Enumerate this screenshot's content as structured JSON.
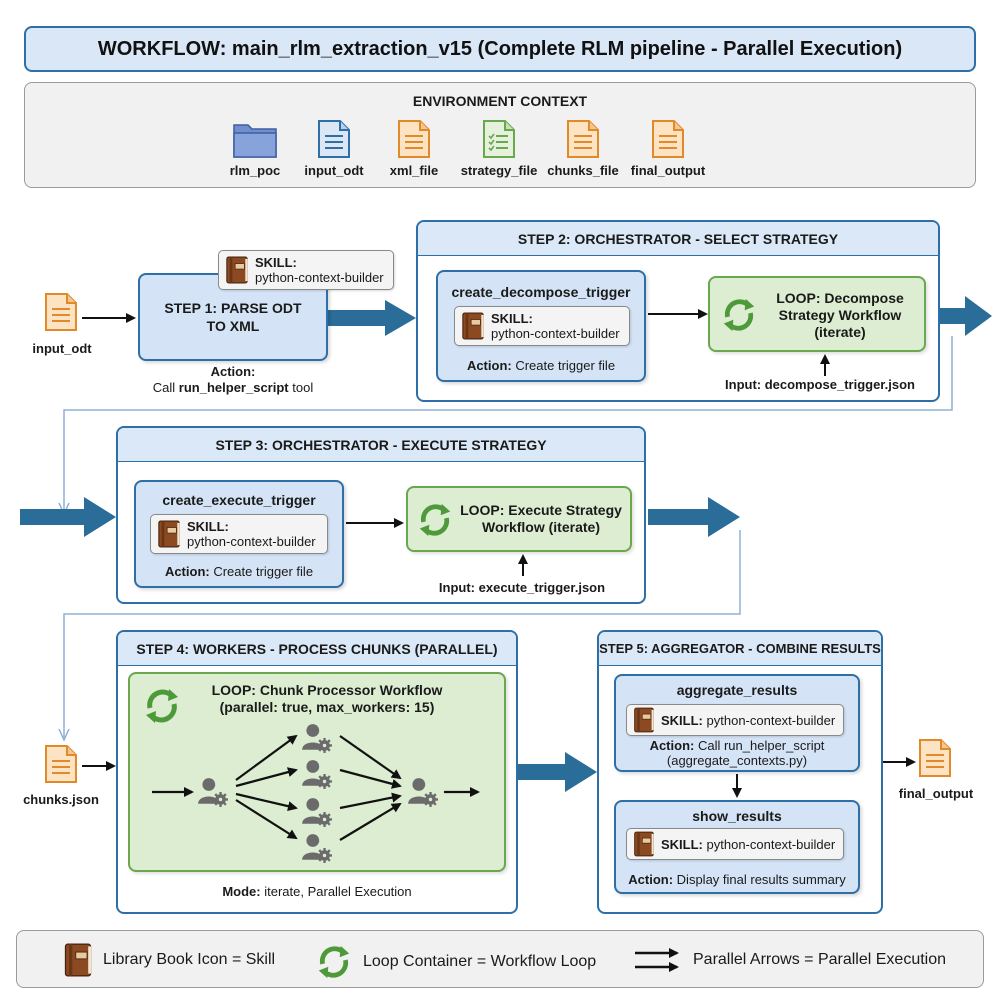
{
  "title": "WORKFLOW: main_rlm_extraction_v15 (Complete RLM pipeline - Parallel Execution)",
  "environment": {
    "title": "ENVIRONMENT CONTEXT",
    "items": [
      {
        "label": "rlm_poc",
        "icon": "folder-icon"
      },
      {
        "label": "input_odt",
        "icon": "document-blue-icon"
      },
      {
        "label": "xml_file",
        "icon": "document-orange-icon"
      },
      {
        "label": "strategy_file",
        "icon": "checklist-document-icon"
      },
      {
        "label": "chunks_file",
        "icon": "document-orange-icon"
      },
      {
        "label": "final_output",
        "icon": "document-orange-icon"
      }
    ]
  },
  "skill_label": "SKILL:",
  "skill_name": "python-context-builder",
  "action_label": "Action:",
  "step1": {
    "input_label": "input_odt",
    "box_text": "STEP 1: PARSE ODT TO XML",
    "action_text": "Call",
    "action_tool": "run_helper_script",
    "action_suffix": "tool"
  },
  "step2": {
    "header": "STEP 2: ORCHESTRATOR - SELECT STRATEGY",
    "task_title": "create_decompose_trigger",
    "action_text": "Create trigger file",
    "loop_text": "LOOP: Decompose Strategy Workflow (iterate)",
    "input_label": "Input: decompose_trigger.json"
  },
  "step3": {
    "header": "STEP 3: ORCHESTRATOR - EXECUTE STRATEGY",
    "task_title": "create_execute_trigger",
    "action_text": "Create trigger file",
    "loop_text": "LOOP: Execute Strategy Workflow (iterate)",
    "input_label": "Input: execute_trigger.json"
  },
  "step4": {
    "header": "STEP 4: WORKERS - PROCESS CHUNKS (PARALLEL)",
    "input_label": "chunks.json",
    "loop_line1": "LOOP: Chunk Processor Workflow",
    "loop_line2": "(parallel: true, max_workers: 15)",
    "mode_label": "Mode:",
    "mode_text": "iterate, Parallel Execution"
  },
  "step5": {
    "header": "STEP 5: AGGREGATOR - COMBINE RESULTS",
    "task1_title": "aggregate_results",
    "task1_action": "Call run_helper_script",
    "task1_action2": "(aggregate_contexts.py)",
    "task2_title": "show_results",
    "task2_action": "Display final results summary",
    "output_label": "final_output"
  },
  "legend": {
    "skill": "Library Book Icon = Skill",
    "loop": "Loop Container = Workflow Loop",
    "parallel": "Parallel Arrows = Parallel Execution"
  },
  "colors": {
    "blue_border": "#2f6fa8",
    "blue_fill": "#d4e4f6",
    "green_border": "#6aa84f",
    "green_fill": "#dcedd2",
    "arrow": "#2a6d99",
    "doc_orange": "#e8902e"
  }
}
